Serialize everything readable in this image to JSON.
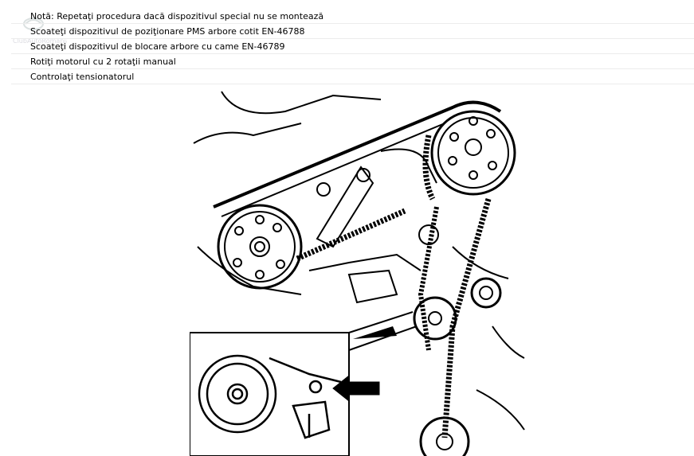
{
  "steps": [
    "Notă: Repetaţi procedura dacă dispozitivul special nu se montează",
    "Scoateţi dispozitivul de poziţionare PMS arbore cotit EN-46788",
    "Scoateţi dispozitivul de blocare arbore cu came EN-46789",
    "Rotiţi motorul cu 2 rotaţii manual",
    "Controlaţi tensionatorul"
  ],
  "watermark": {
    "text": "ClubAutoRomania"
  },
  "icons": {
    "arrow": "arrow-right-icon"
  }
}
